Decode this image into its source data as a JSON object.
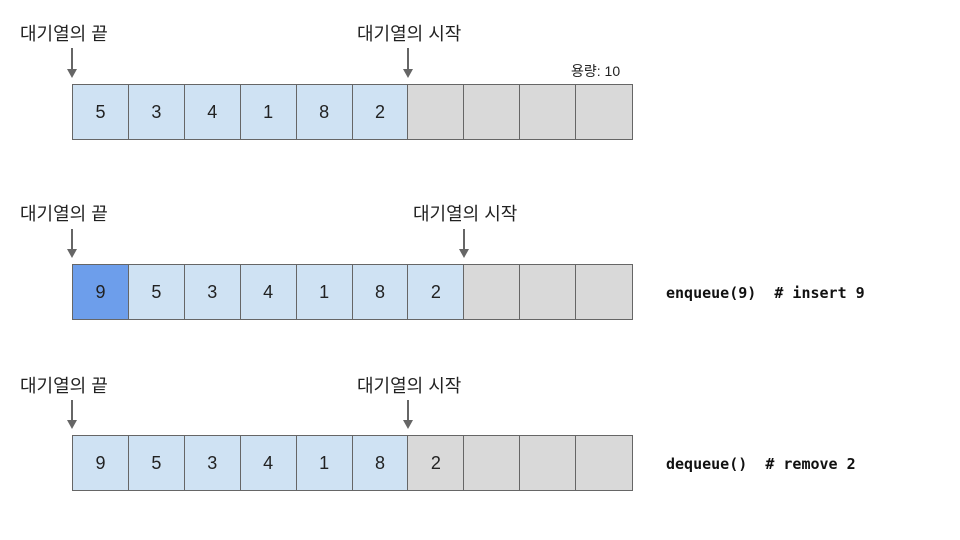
{
  "colors": {
    "filled": "#cfe2f3",
    "empty": "#d9d9d9",
    "new": "#6d9eeb",
    "border": "#666666"
  },
  "capacity_label": "용량: 10",
  "rows": [
    {
      "end_label": "대기열의 끝",
      "start_label": "대기열의 시작",
      "cells": [
        {
          "v": "5",
          "s": "filled"
        },
        {
          "v": "3",
          "s": "filled"
        },
        {
          "v": "4",
          "s": "filled"
        },
        {
          "v": "1",
          "s": "filled"
        },
        {
          "v": "8",
          "s": "filled"
        },
        {
          "v": "2",
          "s": "filled"
        },
        {
          "v": "",
          "s": "empty"
        },
        {
          "v": "",
          "s": "empty"
        },
        {
          "v": "",
          "s": "empty"
        },
        {
          "v": "",
          "s": "empty"
        }
      ],
      "op": ""
    },
    {
      "end_label": "대기열의 끝",
      "start_label": "대기열의 시작",
      "cells": [
        {
          "v": "9",
          "s": "new"
        },
        {
          "v": "5",
          "s": "filled"
        },
        {
          "v": "3",
          "s": "filled"
        },
        {
          "v": "4",
          "s": "filled"
        },
        {
          "v": "1",
          "s": "filled"
        },
        {
          "v": "8",
          "s": "filled"
        },
        {
          "v": "2",
          "s": "filled"
        },
        {
          "v": "",
          "s": "empty"
        },
        {
          "v": "",
          "s": "empty"
        },
        {
          "v": "",
          "s": "empty"
        }
      ],
      "op": "enqueue(9)  # insert 9"
    },
    {
      "end_label": "대기열의 끝",
      "start_label": "대기열의 시작",
      "cells": [
        {
          "v": "9",
          "s": "filled"
        },
        {
          "v": "5",
          "s": "filled"
        },
        {
          "v": "3",
          "s": "filled"
        },
        {
          "v": "4",
          "s": "filled"
        },
        {
          "v": "1",
          "s": "filled"
        },
        {
          "v": "8",
          "s": "filled"
        },
        {
          "v": "2",
          "s": "empty"
        },
        {
          "v": "",
          "s": "empty"
        },
        {
          "v": "",
          "s": "empty"
        },
        {
          "v": "",
          "s": "empty"
        }
      ],
      "op": "dequeue()  # remove 2"
    }
  ]
}
